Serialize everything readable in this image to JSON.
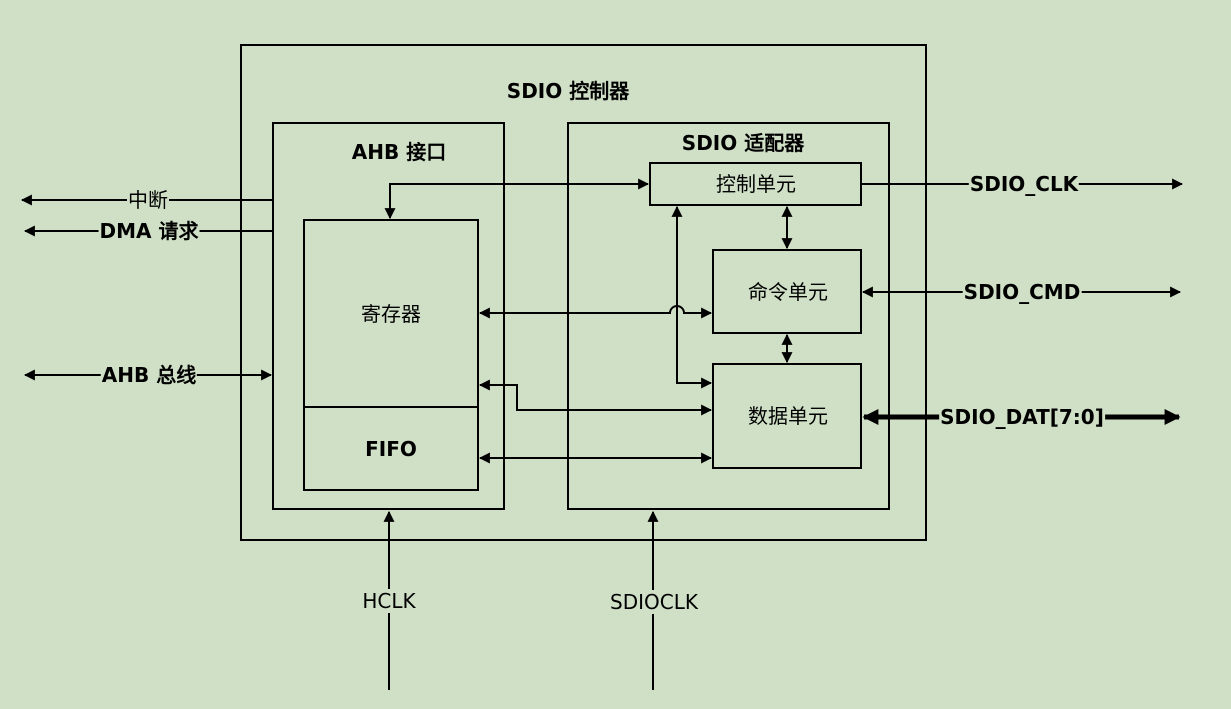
{
  "controller": {
    "title": "SDIO 控制器"
  },
  "ahb": {
    "title": "AHB 接口",
    "registers": "寄存器",
    "fifo": "FIFO"
  },
  "adapter": {
    "title": "SDIO 适配器",
    "control_unit": "控制单元",
    "command_unit": "命令单元",
    "data_unit": "数据单元"
  },
  "left_signals": {
    "interrupt": "中断",
    "dma": "DMA 请求",
    "ahb_bus": "AHB 总线"
  },
  "right_signals": {
    "clk": "SDIO_CLK",
    "cmd": "SDIO_CMD",
    "dat": "SDIO_DAT[7:0]"
  },
  "clocks": {
    "hclk": "HCLK",
    "sdioclk": "SDIOCLK"
  }
}
